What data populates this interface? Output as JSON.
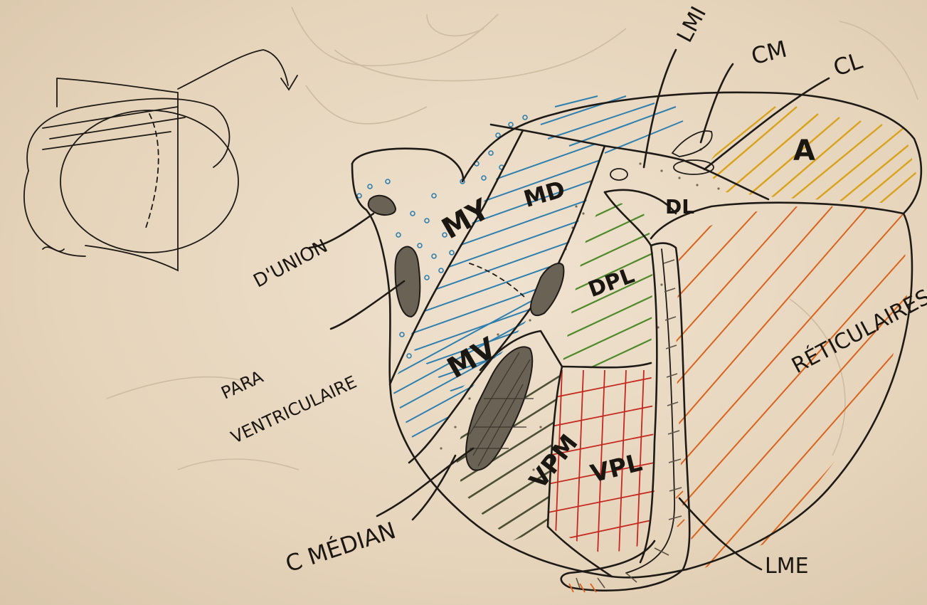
{
  "labels": {
    "lmi": "LMI",
    "cm": "CM",
    "cl": "CL",
    "a": "A",
    "md": "MD",
    "my": "MY",
    "dl": "DL",
    "dpl": "DPL",
    "mv": "MV",
    "vpm": "VPM",
    "vpl": "VPL",
    "reticulares": "RÉTICULAIRES",
    "d_union": "D'UNION",
    "para_1": "PARA",
    "para_2": "VENTRICULAIRE",
    "c_median": "C MÉDIAN",
    "lme": "LME"
  },
  "colors": {
    "paper": "#e9d9c2",
    "ink": "#1e1a16",
    "blue": "#2f7fae",
    "yellow": "#d9a21b",
    "green": "#4f8a2a",
    "orange": "#d8641c",
    "red": "#c4281f",
    "dark_green": "#4b4f36",
    "gray": "#6b6256"
  }
}
